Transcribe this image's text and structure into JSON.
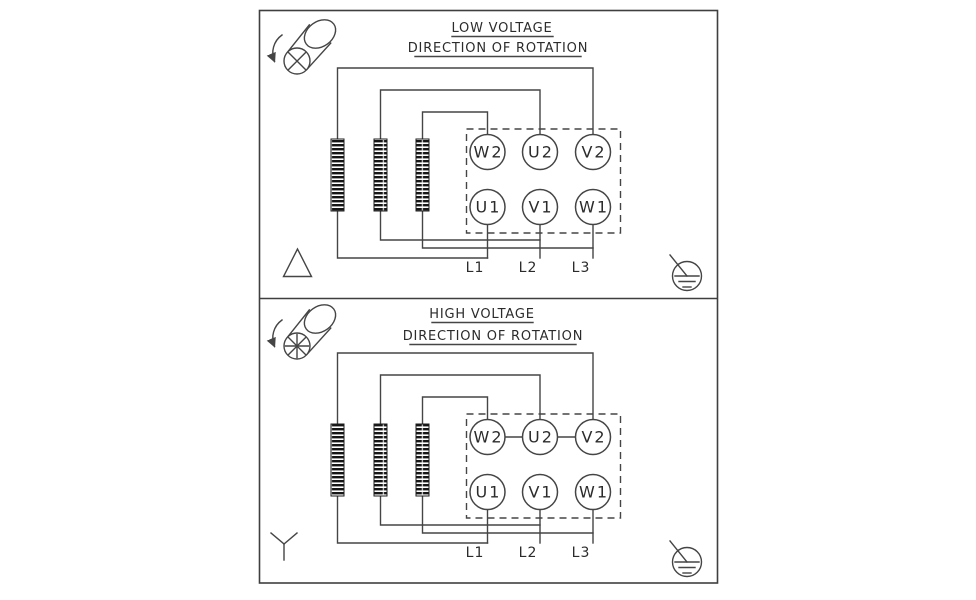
{
  "document": {
    "type": "motor-terminal-wiring-diagram",
    "background": "#ffffff",
    "line_color": "#454545"
  },
  "panels": [
    {
      "id": "low-voltage",
      "title": "LOW VOLTAGE",
      "subtitle": "DIRECTION OF ROTATION",
      "connection": "delta",
      "terminals_top": [
        "W2",
        "U2",
        "V2"
      ],
      "terminals_bottom": [
        "U1",
        "V1",
        "W1"
      ],
      "supply_lines": [
        "L1",
        "L2",
        "L3"
      ],
      "symbols": [
        "motor-rotation-icon",
        "delta-connection-icon",
        "ground-icon"
      ]
    },
    {
      "id": "high-voltage",
      "title": "HIGH VOLTAGE",
      "subtitle": "DIRECTION OF ROTATION",
      "connection": "wye",
      "terminals_top": [
        "W2",
        "U2",
        "V2"
      ],
      "terminals_bottom": [
        "U1",
        "V1",
        "W1"
      ],
      "supply_lines": [
        "L1",
        "L2",
        "L3"
      ],
      "symbols": [
        "motor-rotation-icon",
        "wye-connection-icon",
        "ground-icon"
      ]
    }
  ]
}
